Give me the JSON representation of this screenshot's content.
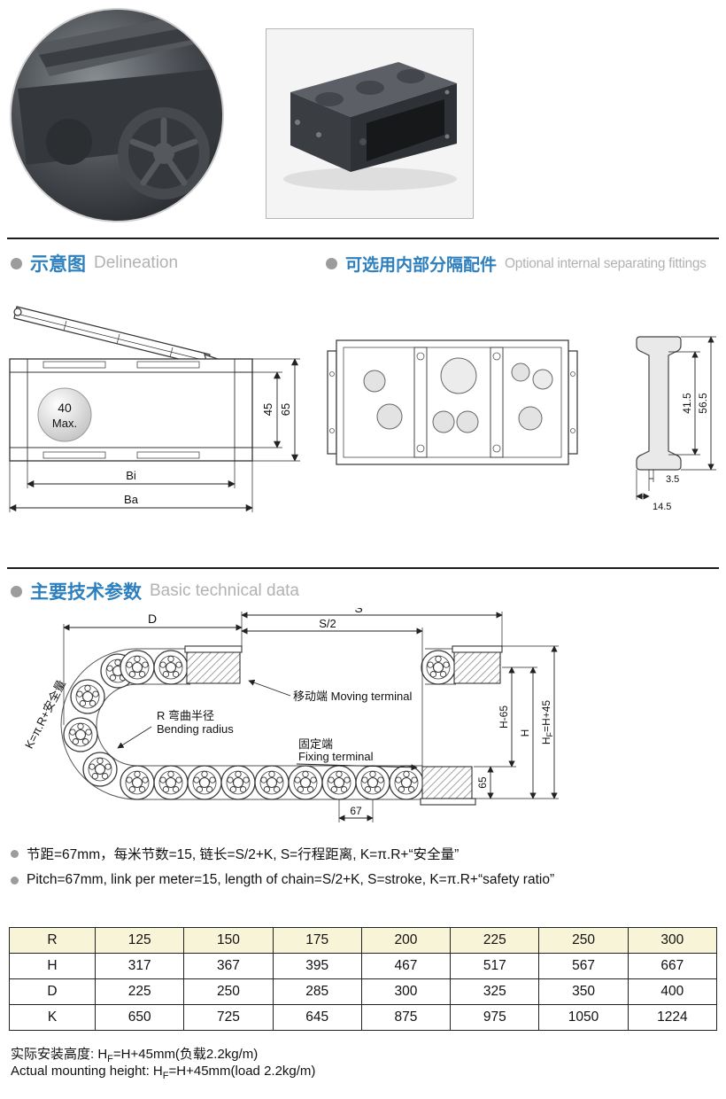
{
  "colors": {
    "heading_blue": "#2e7fbe",
    "heading_gray": "#b2b2b2",
    "bullet_gray": "#9c9c9c",
    "table_header_bg": "#f8f4d8"
  },
  "sections": {
    "delineation": {
      "zh": "示意图",
      "en": "Delineation"
    },
    "fittings": {
      "zh": "可选用内部分隔配件",
      "en": "Optional internal separating fittings"
    },
    "technical": {
      "zh": "主要技术参数",
      "en": "Basic technical data"
    }
  },
  "side_view": {
    "ball_top": "40",
    "ball_bottom": "Max.",
    "dim_inner_height": "45",
    "dim_outer_height": "65",
    "dim_inner_width": "Bi",
    "dim_outer_width": "Ba"
  },
  "cross_section": {
    "dim_inner": "41.5",
    "dim_outer": "56.5",
    "dim_thickness": "3.5",
    "dim_flange": "14.5"
  },
  "bend_diagram": {
    "dim_d": "D",
    "dim_s": "S",
    "dim_s_half": "S/2",
    "k_formula": "K=π.R+安全量",
    "bend_radius_zh": "R 弯曲半径",
    "bend_radius_en": "Bending radius",
    "moving_terminal": "移动端 Moving terminal",
    "fixing_terminal_zh": "固定端",
    "fixing_terminal_en": "Fixing terminal",
    "dim_pitch": "67",
    "dim_base_height": "65",
    "dim_h_minus": "H-65",
    "dim_h": "H",
    "hf_h": "H",
    "hf_sub": "F",
    "hf_rest": "=H+45"
  },
  "notes": {
    "zh": "节距=67mm，每米节数=15, 链长=S/2+K, S=行程距离, K=π.R+“安全量”",
    "en": "Pitch=67mm, link per meter=15, length of chain=S/2+K, S=stroke, K=π.R+“safety ratio”"
  },
  "table": {
    "rows": [
      {
        "label": "R",
        "values": [
          "125",
          "150",
          "175",
          "200",
          "225",
          "250",
          "300"
        ]
      },
      {
        "label": "H",
        "values": [
          "317",
          "367",
          "395",
          "467",
          "517",
          "567",
          "667"
        ]
      },
      {
        "label": "D",
        "values": [
          "225",
          "250",
          "285",
          "300",
          "325",
          "350",
          "400"
        ]
      },
      {
        "label": "K",
        "values": [
          "650",
          "725",
          "645",
          "875",
          "975",
          "1050",
          "1224"
        ]
      }
    ]
  },
  "footer": {
    "zh_prefix": "实际安装高度: H",
    "zh_sub": "F",
    "zh_suffix": "=H+45mm(负载2.2kg/m)",
    "en_prefix": "Actual mounting height: H",
    "en_sub": "F",
    "en_suffix": "=H+45mm(load 2.2kg/m)"
  }
}
